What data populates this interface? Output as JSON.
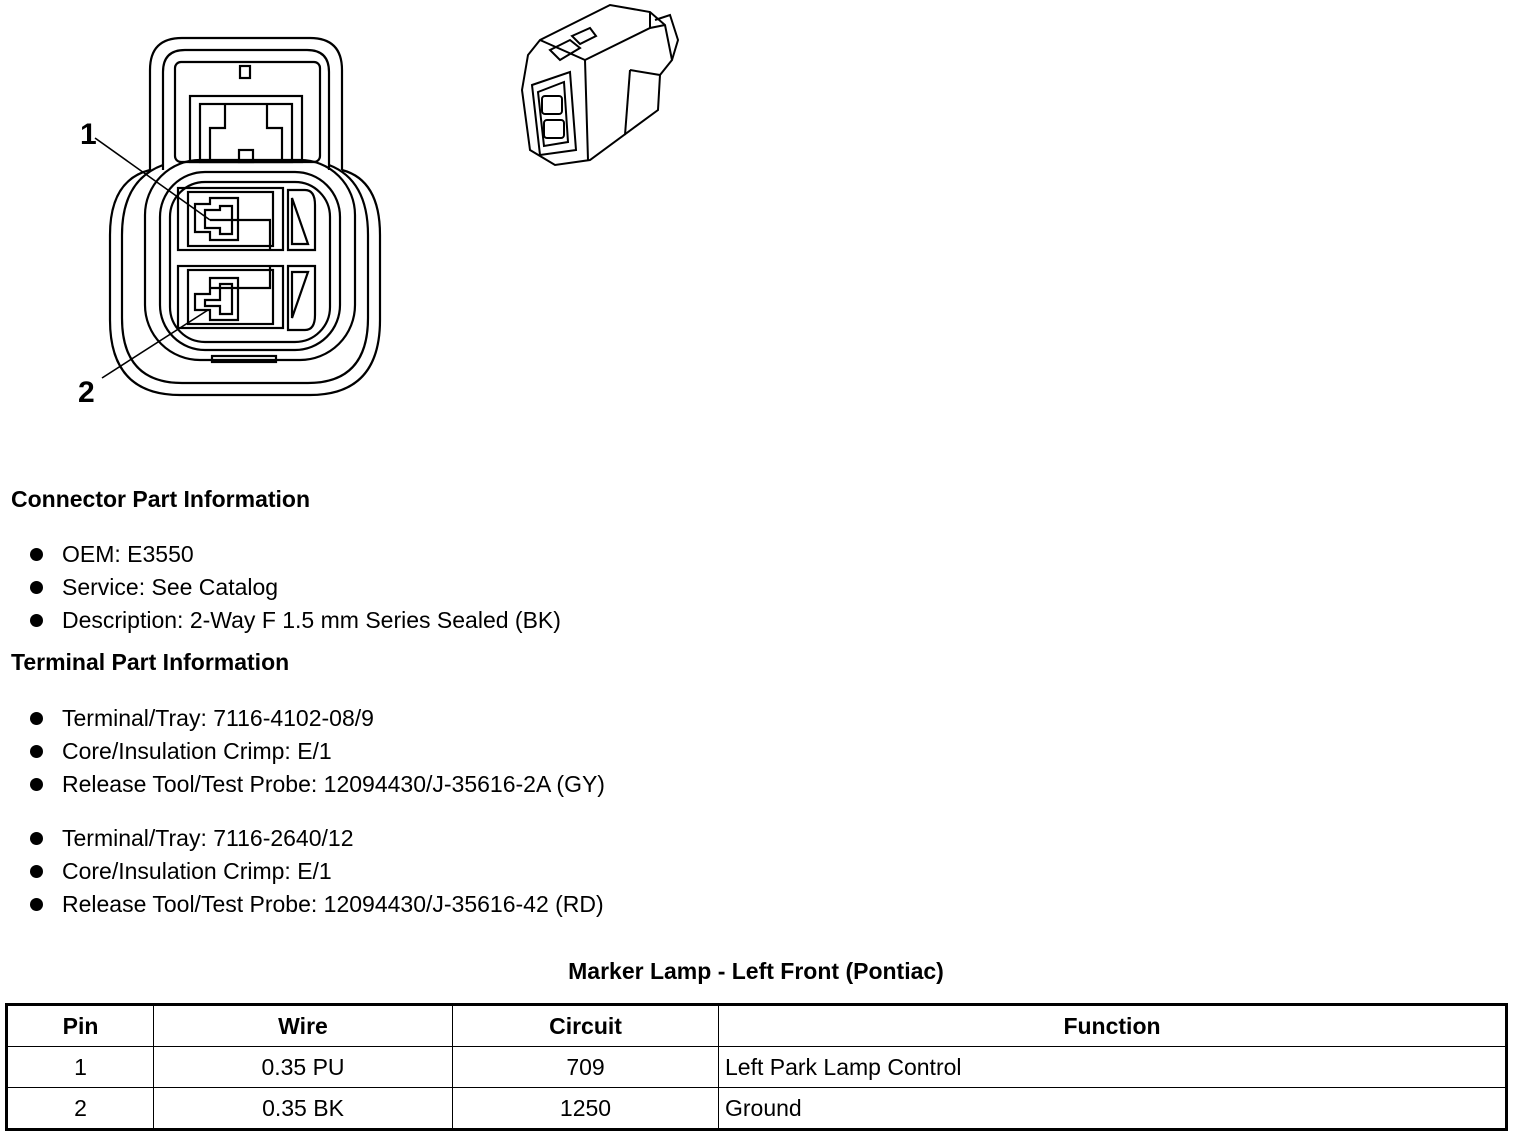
{
  "diagram": {
    "pin_labels": [
      "1",
      "2"
    ]
  },
  "connector_part_info": {
    "heading": "Connector Part Information",
    "items": [
      "OEM: E3550",
      "Service: See Catalog",
      "Description: 2-Way F 1.5 mm Series Sealed (BK)"
    ]
  },
  "terminal_part_info": {
    "heading": "Terminal Part Information",
    "group1": [
      "Terminal/Tray: 7116-4102-08/9",
      "Core/Insulation Crimp: E/1",
      "Release Tool/Test Probe: 12094430/J-35616-2A (GY)"
    ],
    "group2": [
      "Terminal/Tray: 7116-2640/12",
      "Core/Insulation Crimp: E/1",
      "Release Tool/Test Probe: 12094430/J-35616-42 (RD)"
    ]
  },
  "pin_table": {
    "title": "Marker Lamp - Left Front (Pontiac)",
    "headers": [
      "Pin",
      "Wire",
      "Circuit",
      "Function"
    ],
    "rows": [
      [
        "1",
        "0.35 PU",
        "709",
        "Left Park Lamp Control"
      ],
      [
        "2",
        "0.35 BK",
        "1250",
        "Ground"
      ]
    ]
  }
}
